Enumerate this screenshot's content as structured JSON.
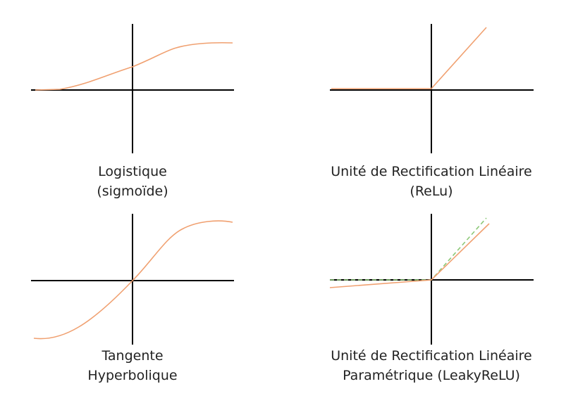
{
  "colors": {
    "axis": "#000000",
    "curve": "#f0a070",
    "dashed": "#8cc878",
    "text": "#222222"
  },
  "panels": [
    {
      "id": "sigmoid",
      "function": "logistic",
      "caption": [
        "Logistique",
        "(sigmoïde)"
      ]
    },
    {
      "id": "relu",
      "function": "relu",
      "caption": [
        "Unité de Rectification Linéaire",
        "(ReLu)"
      ]
    },
    {
      "id": "tanh",
      "function": "tanh",
      "caption": [
        "Tangente",
        "Hyperbolique"
      ]
    },
    {
      "id": "leakyrelu",
      "function": "leaky_relu",
      "caption": [
        "Unité de Rectification Linéaire",
        "Paramétrique (LeakyReLU)"
      ]
    }
  ]
}
